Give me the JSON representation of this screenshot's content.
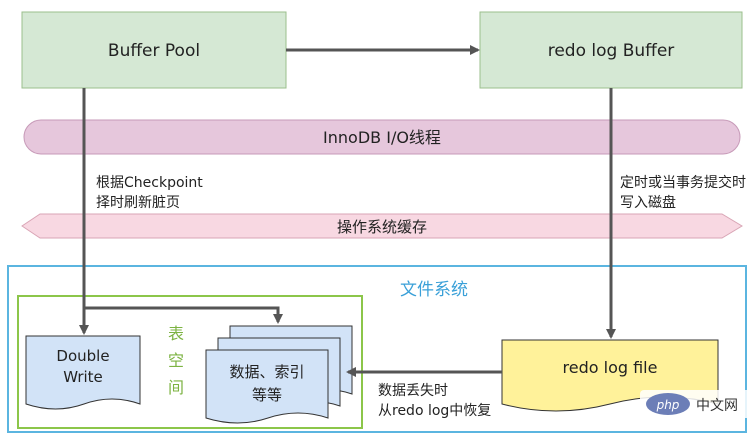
{
  "nodes": {
    "buffer_pool": "Buffer Pool",
    "redo_log_buffer": "redo log Buffer",
    "innodb_io_thread": "InnoDB I/O线程",
    "os_cache": "操作系统缓存",
    "file_system": "文件系统",
    "double_write": [
      "Double",
      "Write"
    ],
    "tablespace": [
      "表",
      "空",
      "间"
    ],
    "data_index": [
      "数据、索引",
      "等等"
    ],
    "redo_log_file": "redo log file"
  },
  "edges": {
    "checkpoint_label": [
      "根据Checkpoint",
      "择时刷新脏页"
    ],
    "commit_label": [
      "定时或当事务提交时",
      "写入磁盘"
    ],
    "recover_label": [
      "数据丢失时",
      "从redo log中恢复"
    ]
  },
  "watermark": {
    "badge": "php",
    "text": "中文网"
  },
  "colors": {
    "green_box": "#d5e8d4",
    "green_border": "#9bbf8c",
    "io_pill": "#e6c7dc",
    "os_band": "#f8d8e2",
    "fs_border": "#5bb5e0",
    "tablespace_border": "#8cc64a",
    "tablespace_text": "#7cb342",
    "fs_text": "#3aa0d8",
    "doc_blue": "#d2e3f7",
    "redo_yellow": "#fff29a",
    "arrow": "#555555"
  }
}
